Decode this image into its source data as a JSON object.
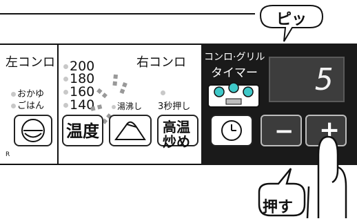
{
  "speech": {
    "beep_text": "ピッ",
    "press_text": "押す"
  },
  "left_section": {
    "title": "左コンロ",
    "mode1": "おかゆ",
    "mode2": "ごはん",
    "rice_button_icon": "rice-bowl-icon"
  },
  "right_section": {
    "title": "右コンロ",
    "temps": [
      "200",
      "180",
      "160",
      "140"
    ],
    "boil_label": "湯沸し",
    "hold3_label": "3秒押し",
    "temp_button_label": "温度",
    "boil_button_icon": "kettle-icon",
    "highheat_button_label_line1": "高温",
    "highheat_button_label_line2": "炒め"
  },
  "timer_section": {
    "title_line1": "コンロ·グリル",
    "title_line2": "タイマー",
    "display_value": "5",
    "clock_button_icon": "clock-icon",
    "minus_label": "−",
    "plus_label": "+"
  },
  "misc": {
    "corner_mark": "R"
  },
  "colors": {
    "panel_dark": "#1a1a1a",
    "display_bg": "#3d3d3d",
    "display_digit": "#f2f2f2",
    "led_green": "#3ec8c8"
  }
}
